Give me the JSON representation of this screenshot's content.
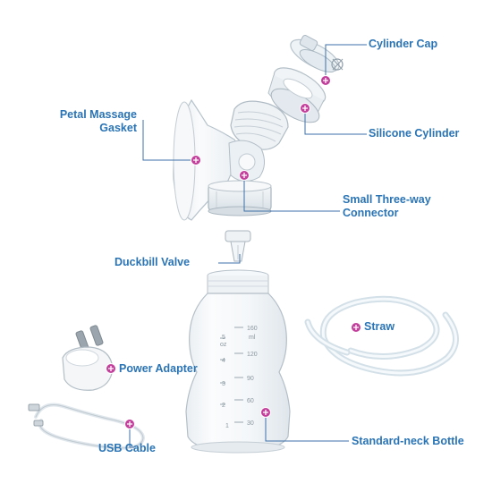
{
  "colors": {
    "label_text": "#2a74b5",
    "leader_line": "#3d6fa8",
    "marker_fill": "#c2409c",
    "plastic_white": "#f3f6f9",
    "silicone_tint": "#e6edf2",
    "tube_tint": "#dfeaf0"
  },
  "labels": {
    "cylinder_cap": "Cylinder Cap",
    "petal_line1": "Petal Massage",
    "petal_line2": "Gasket",
    "silicone_cylinder": "Silicone Cylinder",
    "connector_line1": "Small Three-way",
    "connector_line2": "Connector",
    "duckbill_valve": "Duckbill Valve",
    "straw": "Straw",
    "power_adapter": "Power Adapter",
    "usb_cable": "USB Cable",
    "bottle": "Standard-neck Bottle"
  },
  "bottle_scale": {
    "ml": [
      "160",
      "120",
      "90",
      "60",
      "30"
    ],
    "oz": [
      "5",
      "4",
      "3",
      "2",
      "1"
    ],
    "units": [
      "ml",
      "oz"
    ]
  }
}
